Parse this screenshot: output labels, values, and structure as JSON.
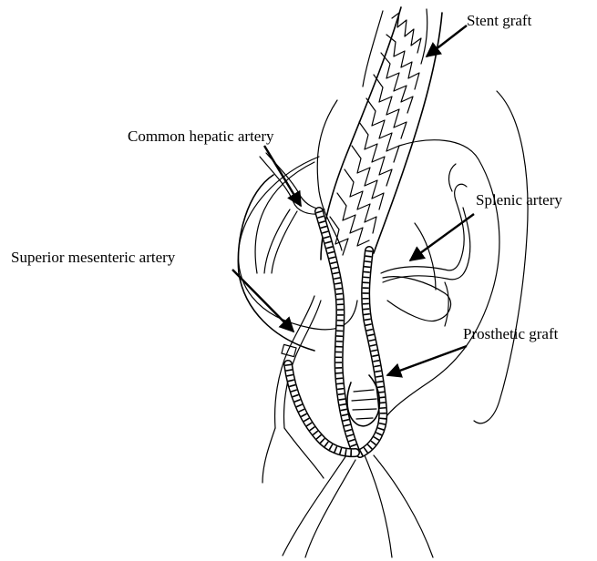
{
  "labels": {
    "stent_graft": "Stent graft",
    "common_hepatic_artery": "Common hepatic artery",
    "splenic_artery": "Splenic artery",
    "superior_mesenteric_artery": "Superior mesenteric artery",
    "prosthetic_graft": "Prosthetic graft"
  },
  "colors": {
    "ink": "#000000",
    "background": "#ffffff"
  }
}
